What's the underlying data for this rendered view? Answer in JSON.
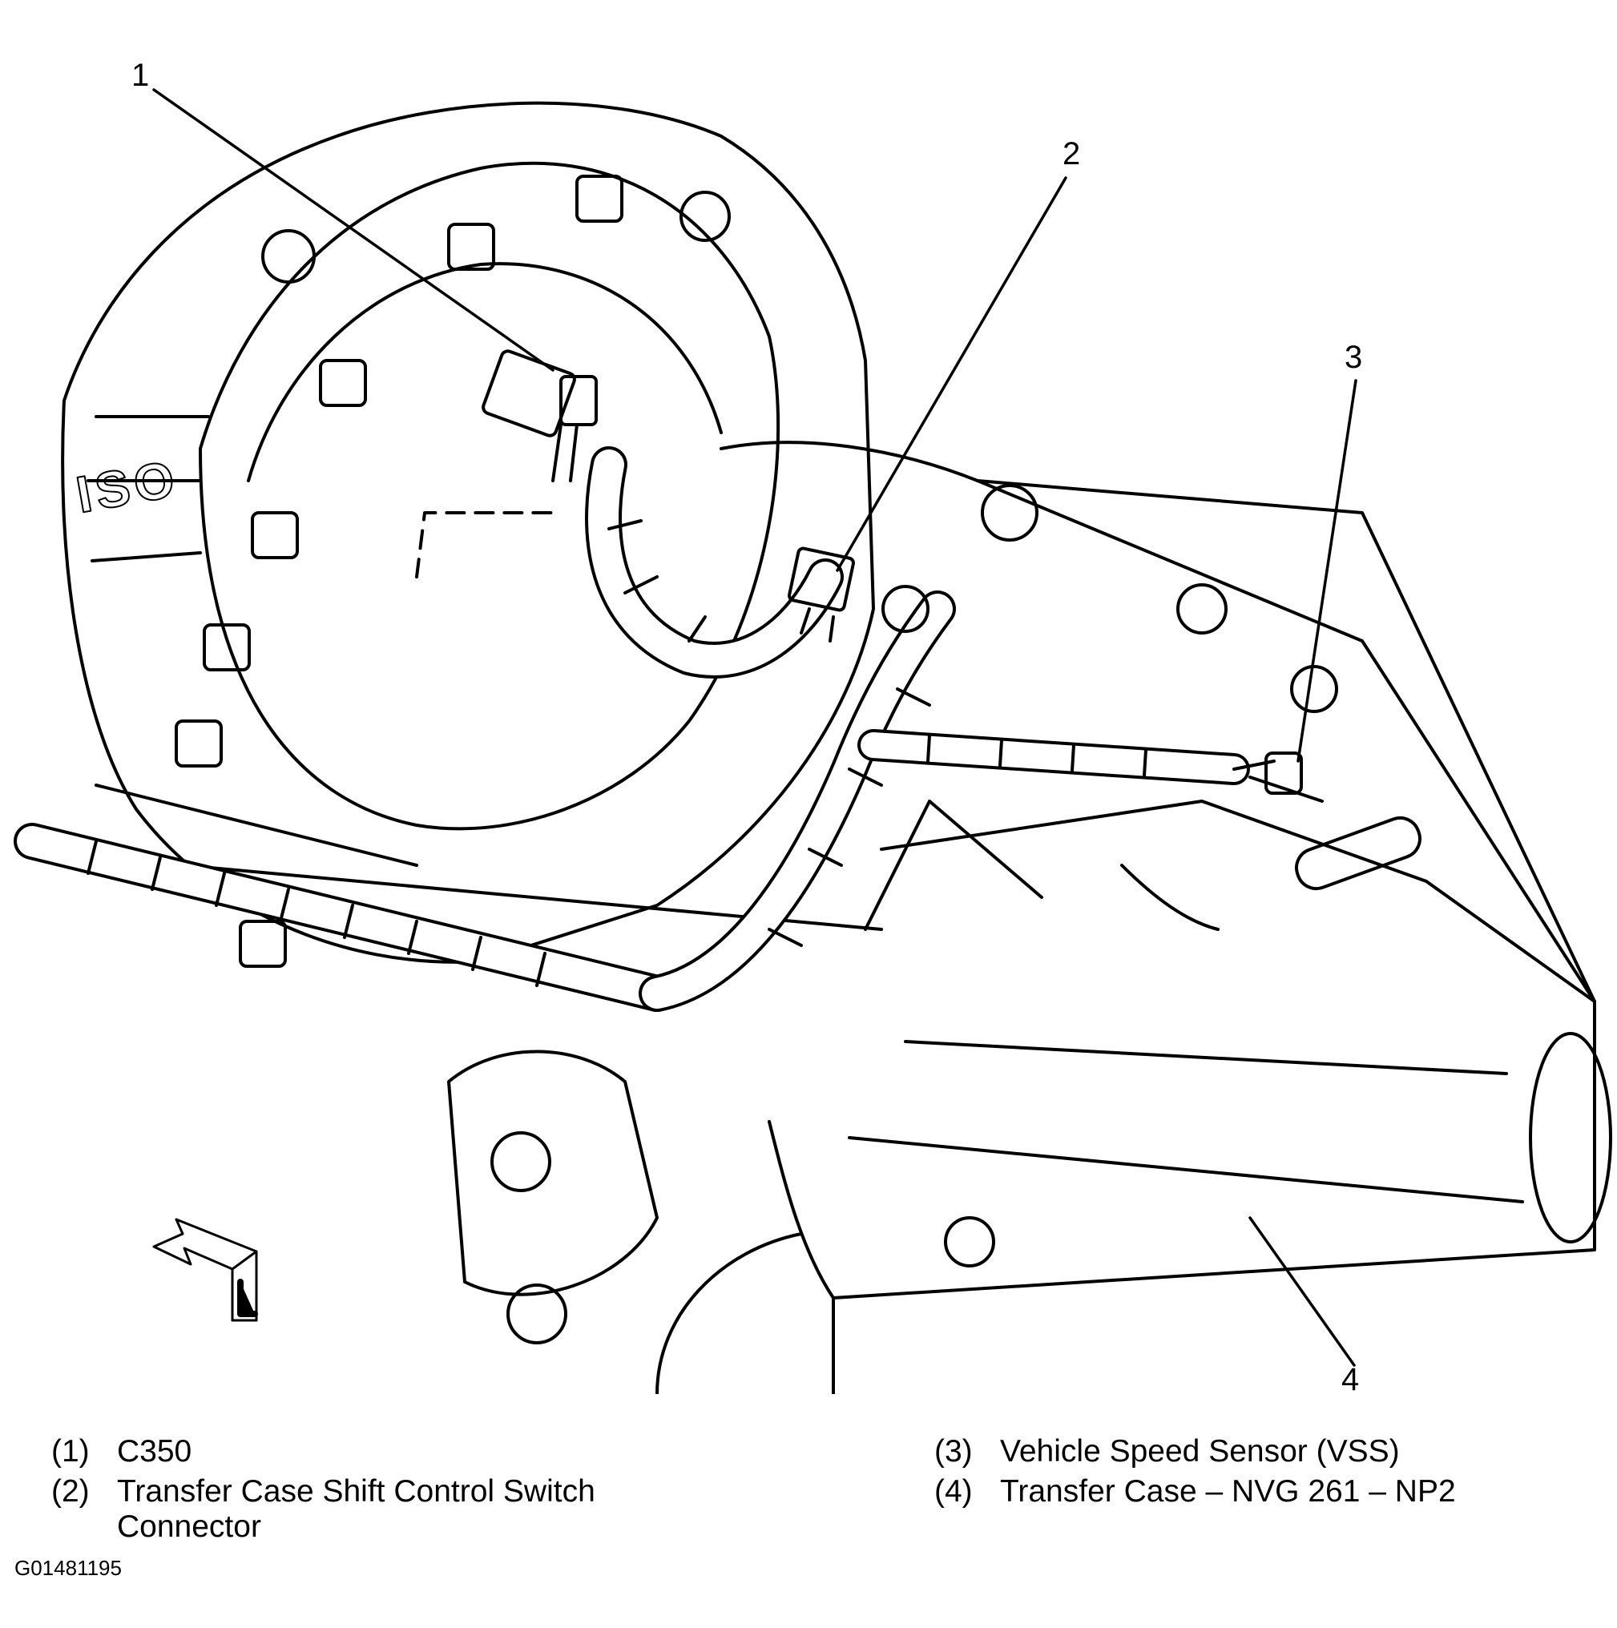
{
  "callouts": [
    {
      "number": "1"
    },
    {
      "number": "2"
    },
    {
      "number": "3"
    },
    {
      "number": "4"
    }
  ],
  "legend": [
    {
      "number": "(1)",
      "text": "C350"
    },
    {
      "number": "(2)",
      "text": "Transfer Case Shift Control Switch Connector"
    },
    {
      "number": "(3)",
      "text": "Vehicle Speed Sensor (VSS)"
    },
    {
      "number": "(4)",
      "text": "Transfer Case – NVG 261 – NP2"
    }
  ],
  "figure_id": "G01481195",
  "housing_lettering": "ISO"
}
